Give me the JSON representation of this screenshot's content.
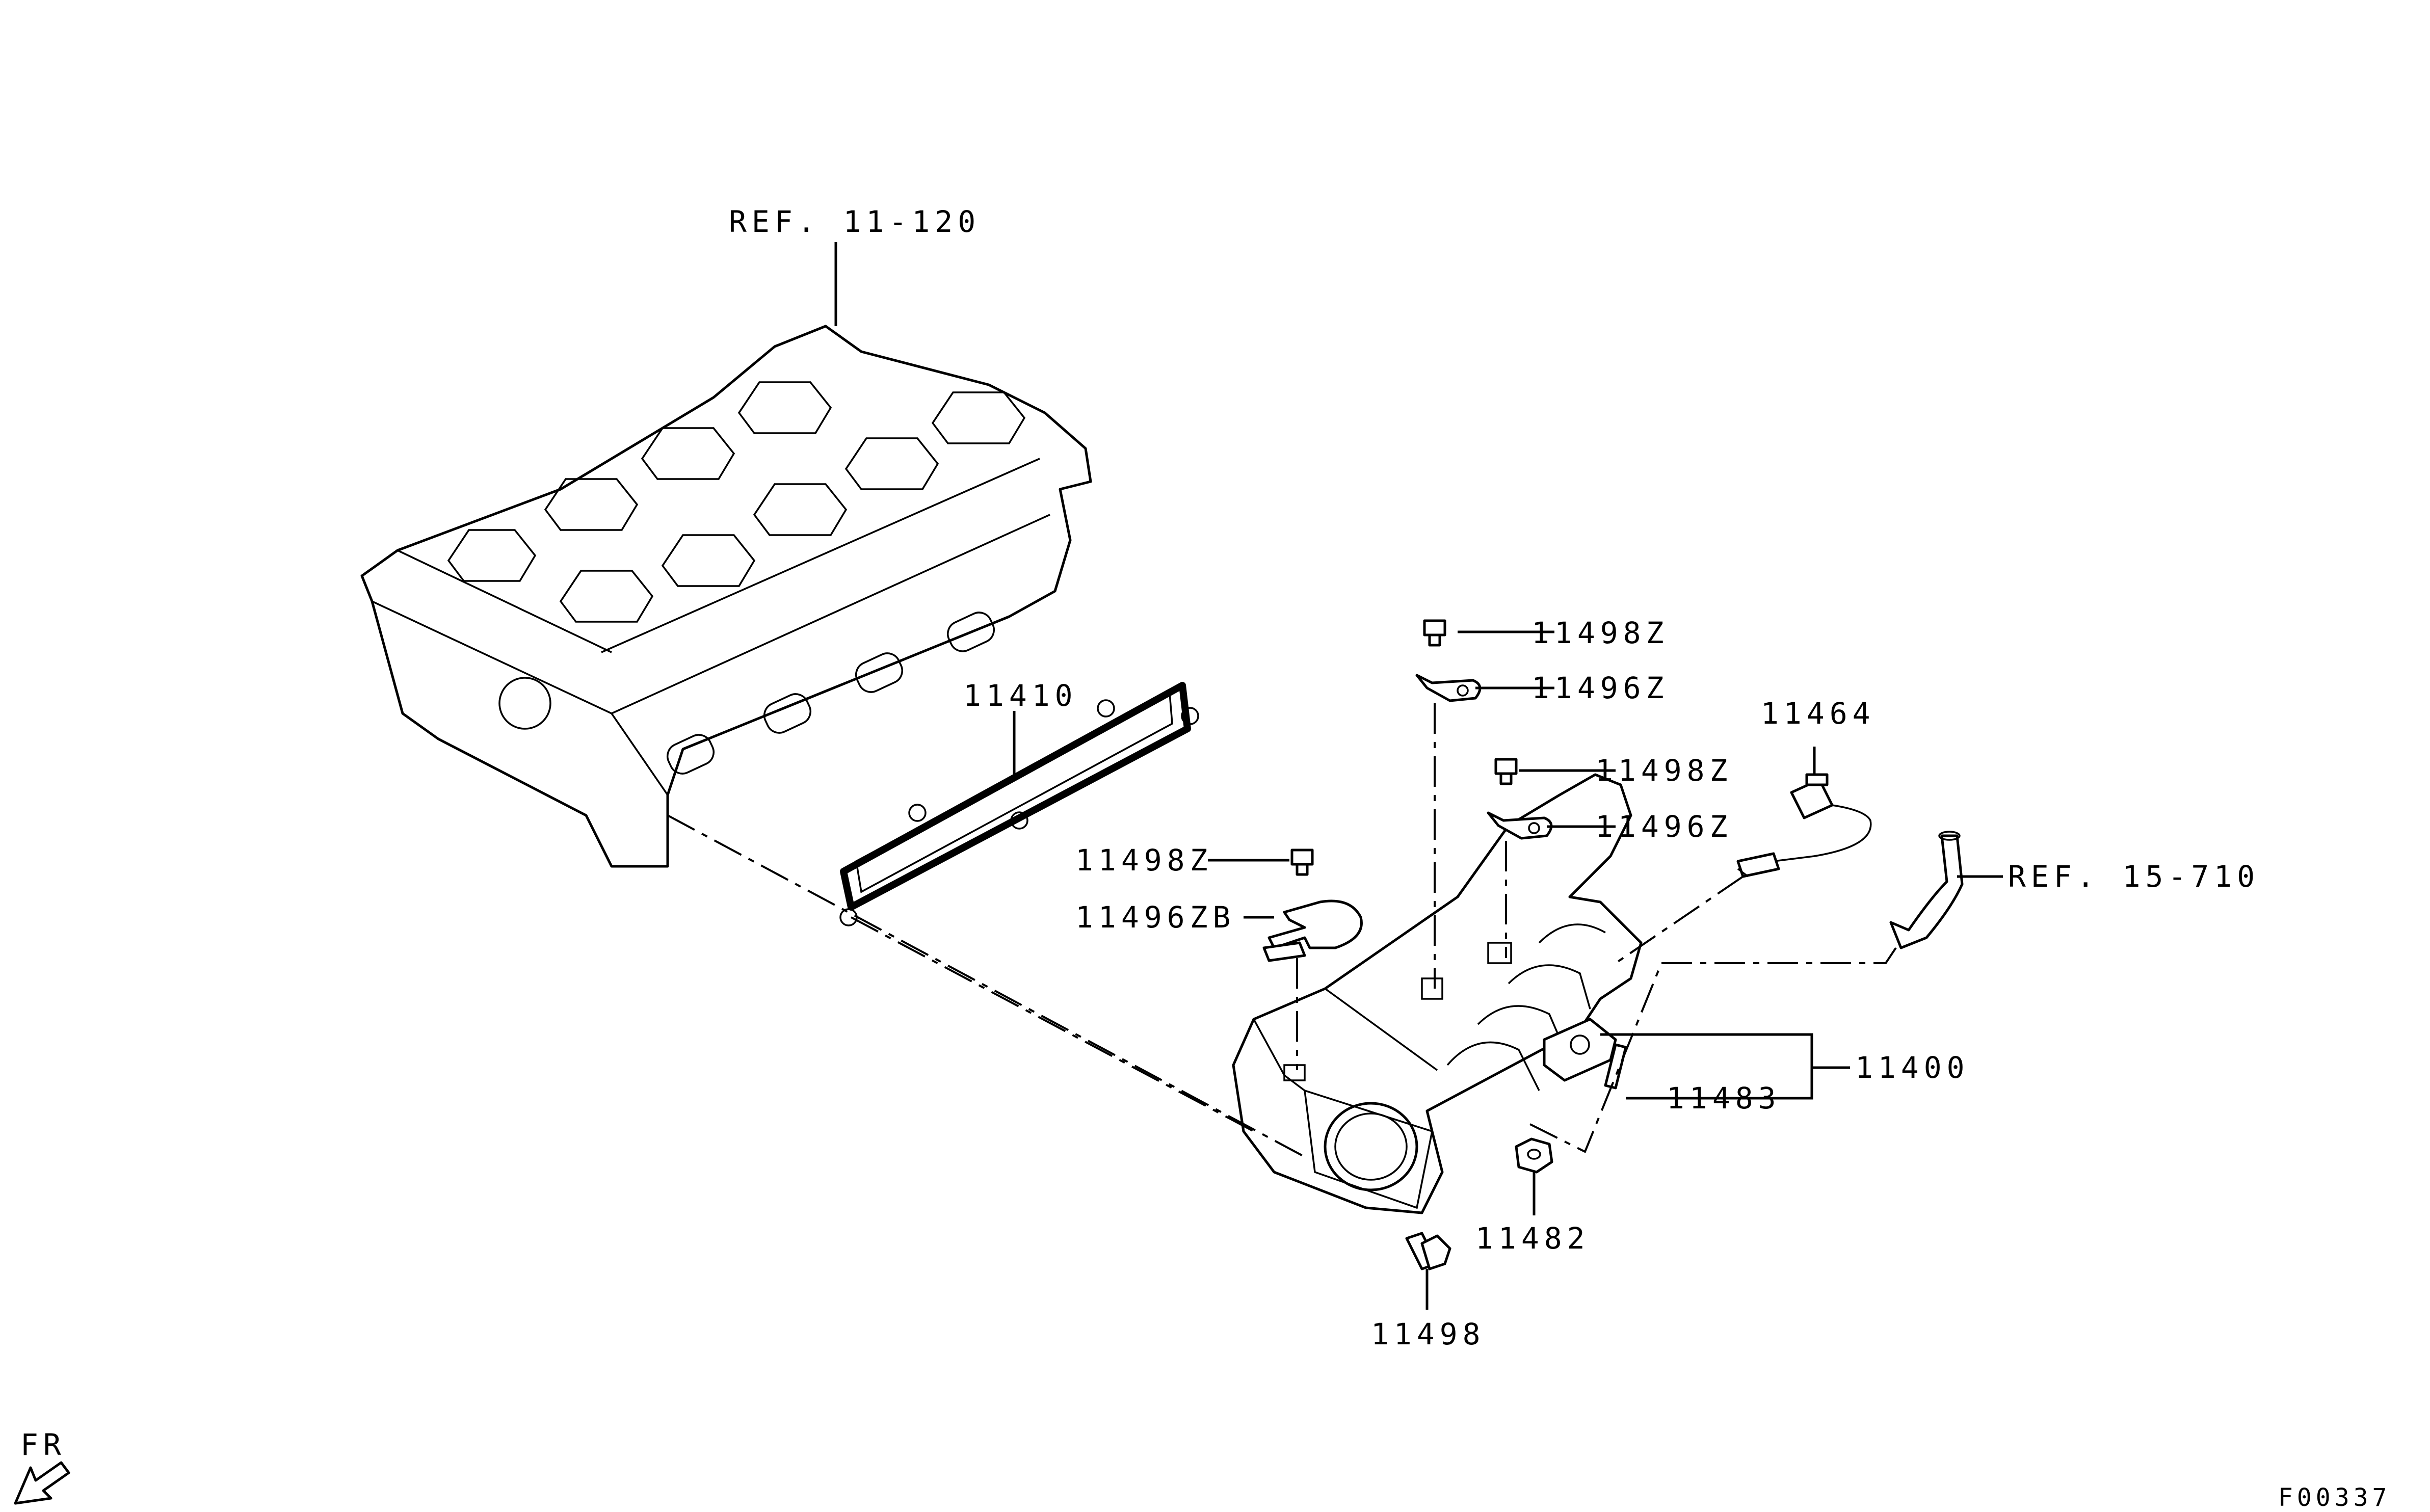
{
  "diagram": {
    "labels": {
      "ref_cylinder_head": "REF. 11-120",
      "gasket": "11410",
      "bolt_top": "11498Z",
      "bracket_top": "11496Z",
      "bolt_mid": "11498Z",
      "bracket_mid": "11496Z",
      "bolt_left": "11498Z",
      "bracket_left": "11496ZB",
      "sensor": "11464",
      "ref_hose": "REF. 15-710",
      "manifold": "11400",
      "stud": "11483",
      "nut": "11482",
      "bolt_bottom": "11498"
    },
    "direction": "FR",
    "figure_code": "F00337"
  }
}
